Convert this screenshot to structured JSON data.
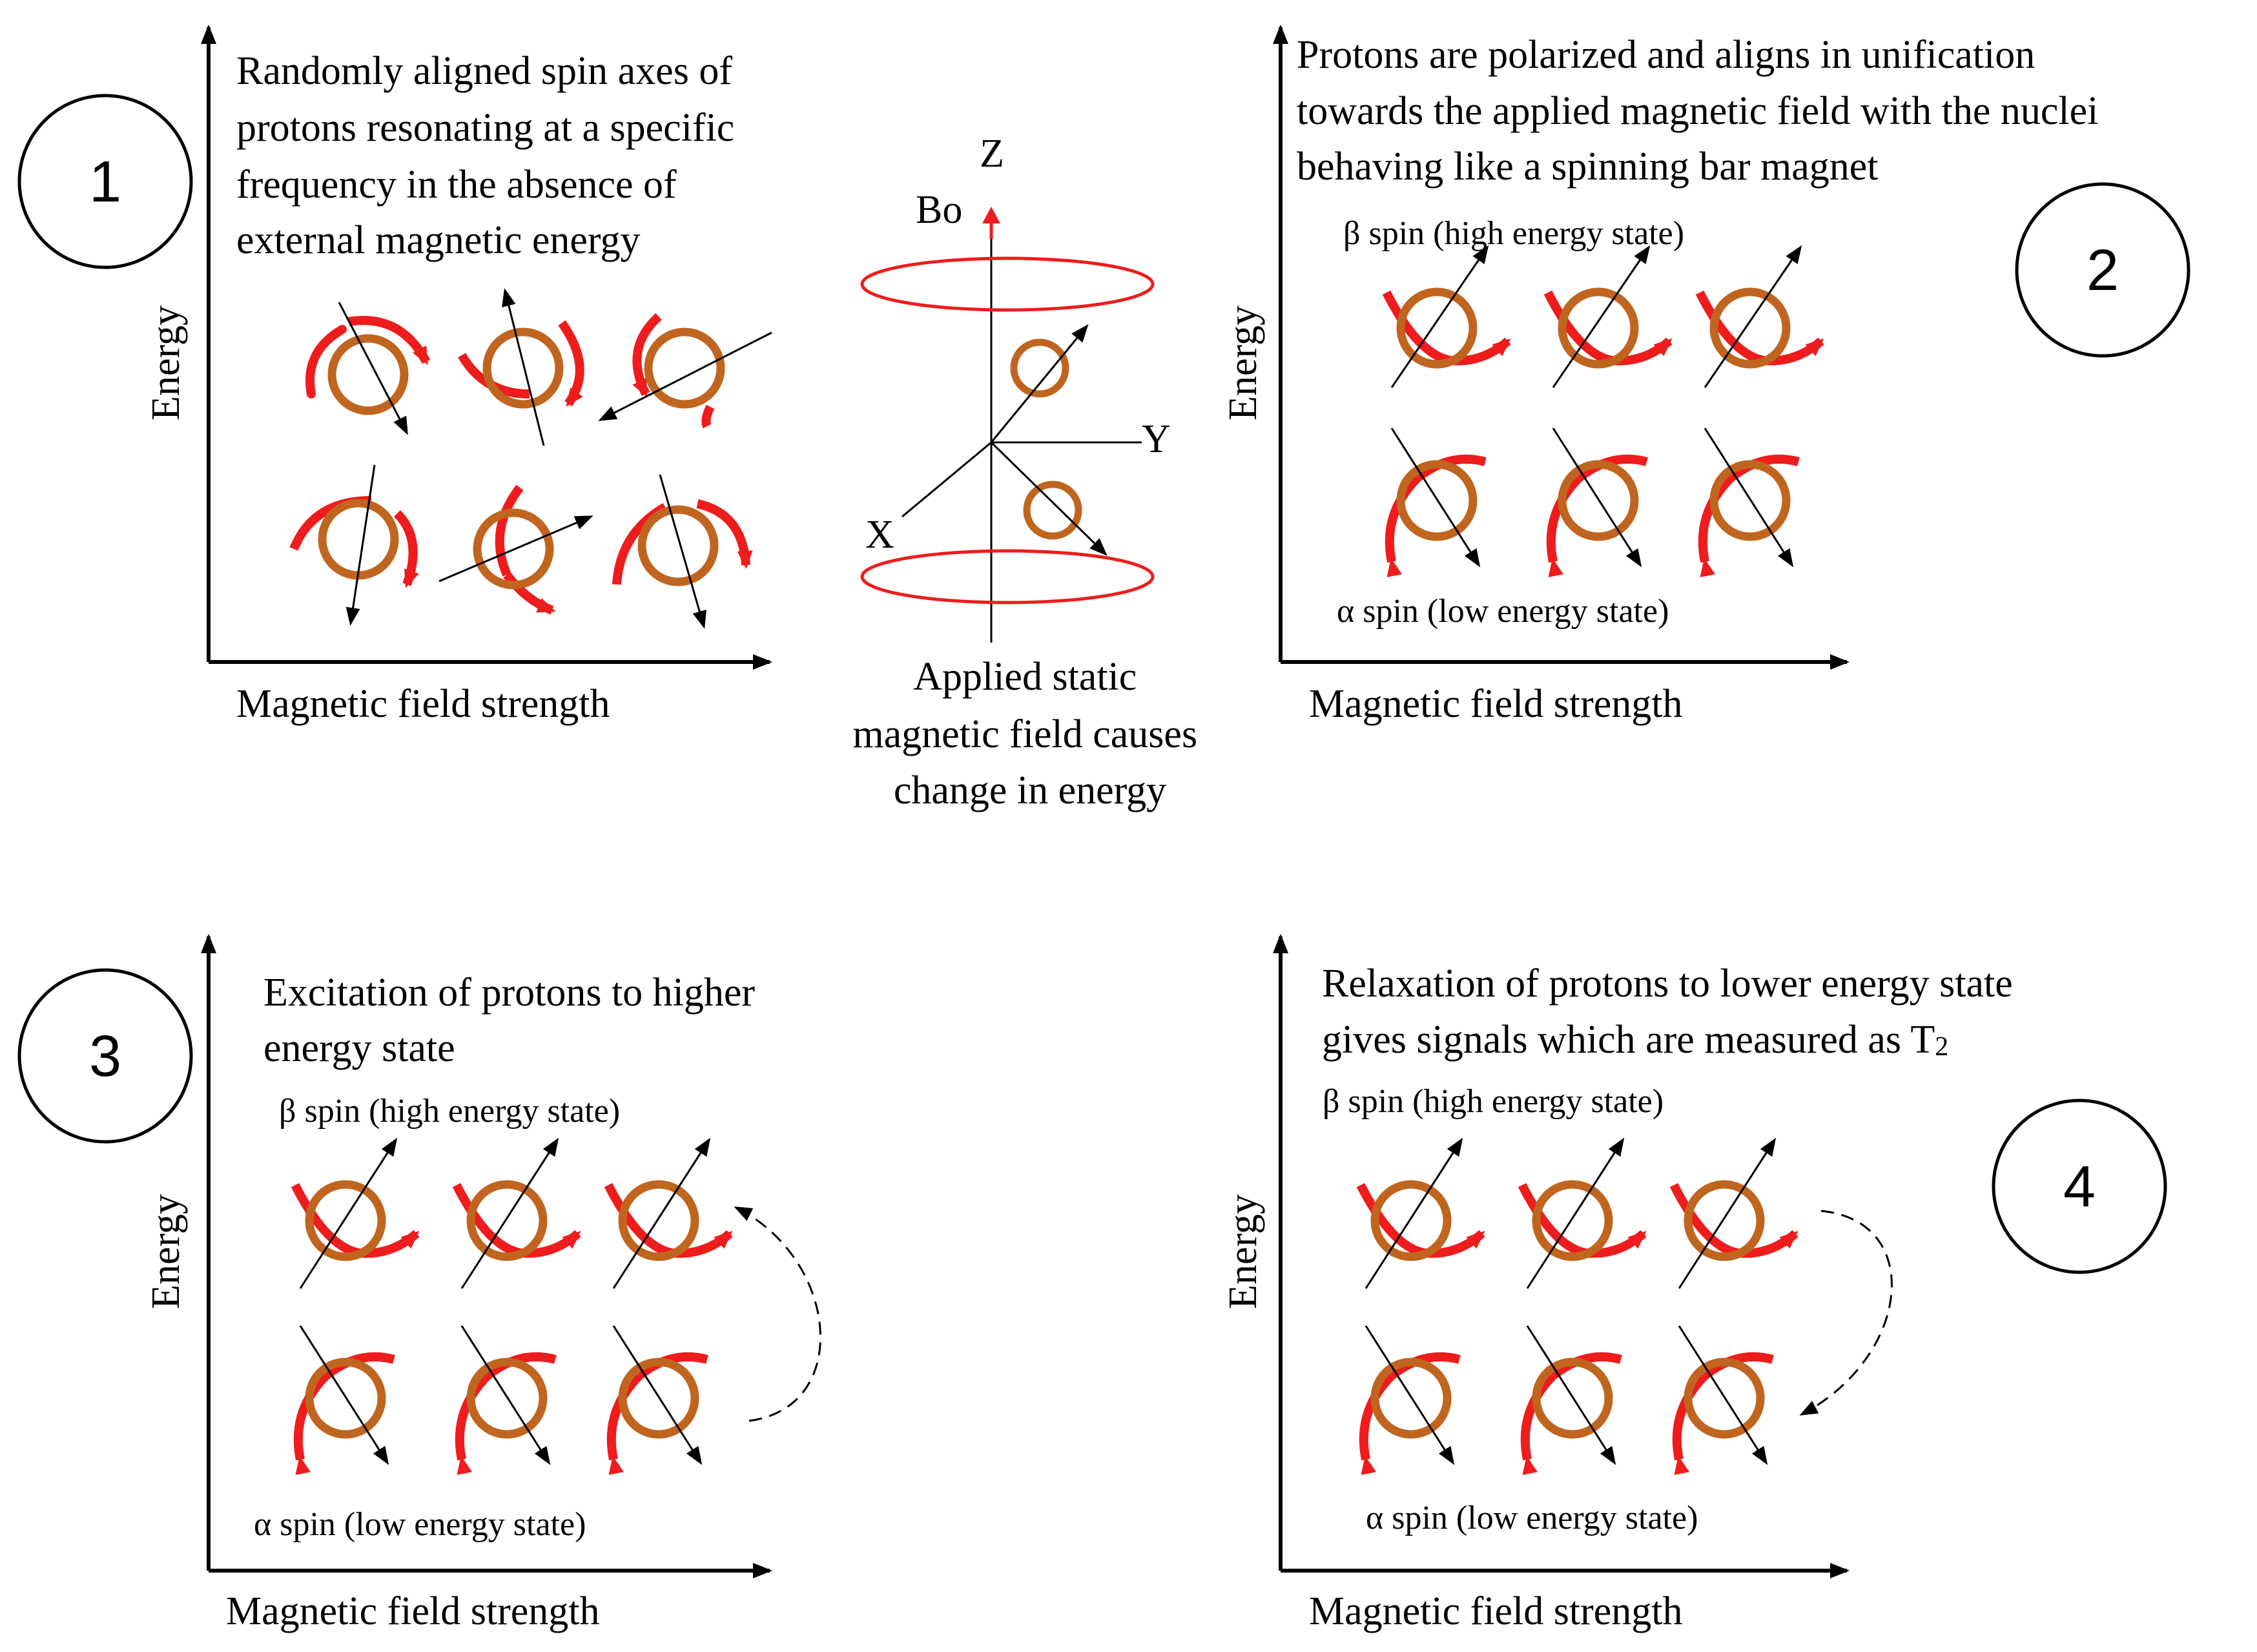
{
  "colors": {
    "ring": "#c0651f",
    "arc": "#ee1c1c",
    "axis": "#000000",
    "field": "#ee1c1c",
    "background": "#ffffff"
  },
  "axes": {
    "y_label": "Energy",
    "x_label": "Magnetic field strength"
  },
  "panel1": {
    "number": "1",
    "description": [
      "Randomly aligned spin axes of",
      "protons resonating at a specific",
      "frequency in the absence of",
      "external magnetic energy"
    ]
  },
  "panel2": {
    "number": "2",
    "description": [
      "Protons are polarized and aligns in unification",
      "towards the applied magnetic field with the nuclei",
      "behaving like  a spinning bar magnet"
    ],
    "beta_label": "β spin (high energy  state)",
    "alpha_label": "α spin (low energy  state)"
  },
  "panel3": {
    "number": "3",
    "description": [
      "Excitation of protons to higher",
      "energy state"
    ],
    "beta_label": "β spin (high energy  state)",
    "alpha_label": "α spin (low energy  state)"
  },
  "panel4": {
    "number": "4",
    "description_line1": "Relaxation of protons to lower energy state",
    "description_line2": "gives signals which are measured as T",
    "description_sub": "2",
    "beta_label": "β spin (high energy  state)",
    "alpha_label": "α spin (low energy  state)"
  },
  "center": {
    "z_label": "Z",
    "y_label": "Y",
    "x_label": "X",
    "field_label": "Bo",
    "caption": [
      "Applied static",
      "magnetic field causes",
      "change in energy"
    ]
  }
}
